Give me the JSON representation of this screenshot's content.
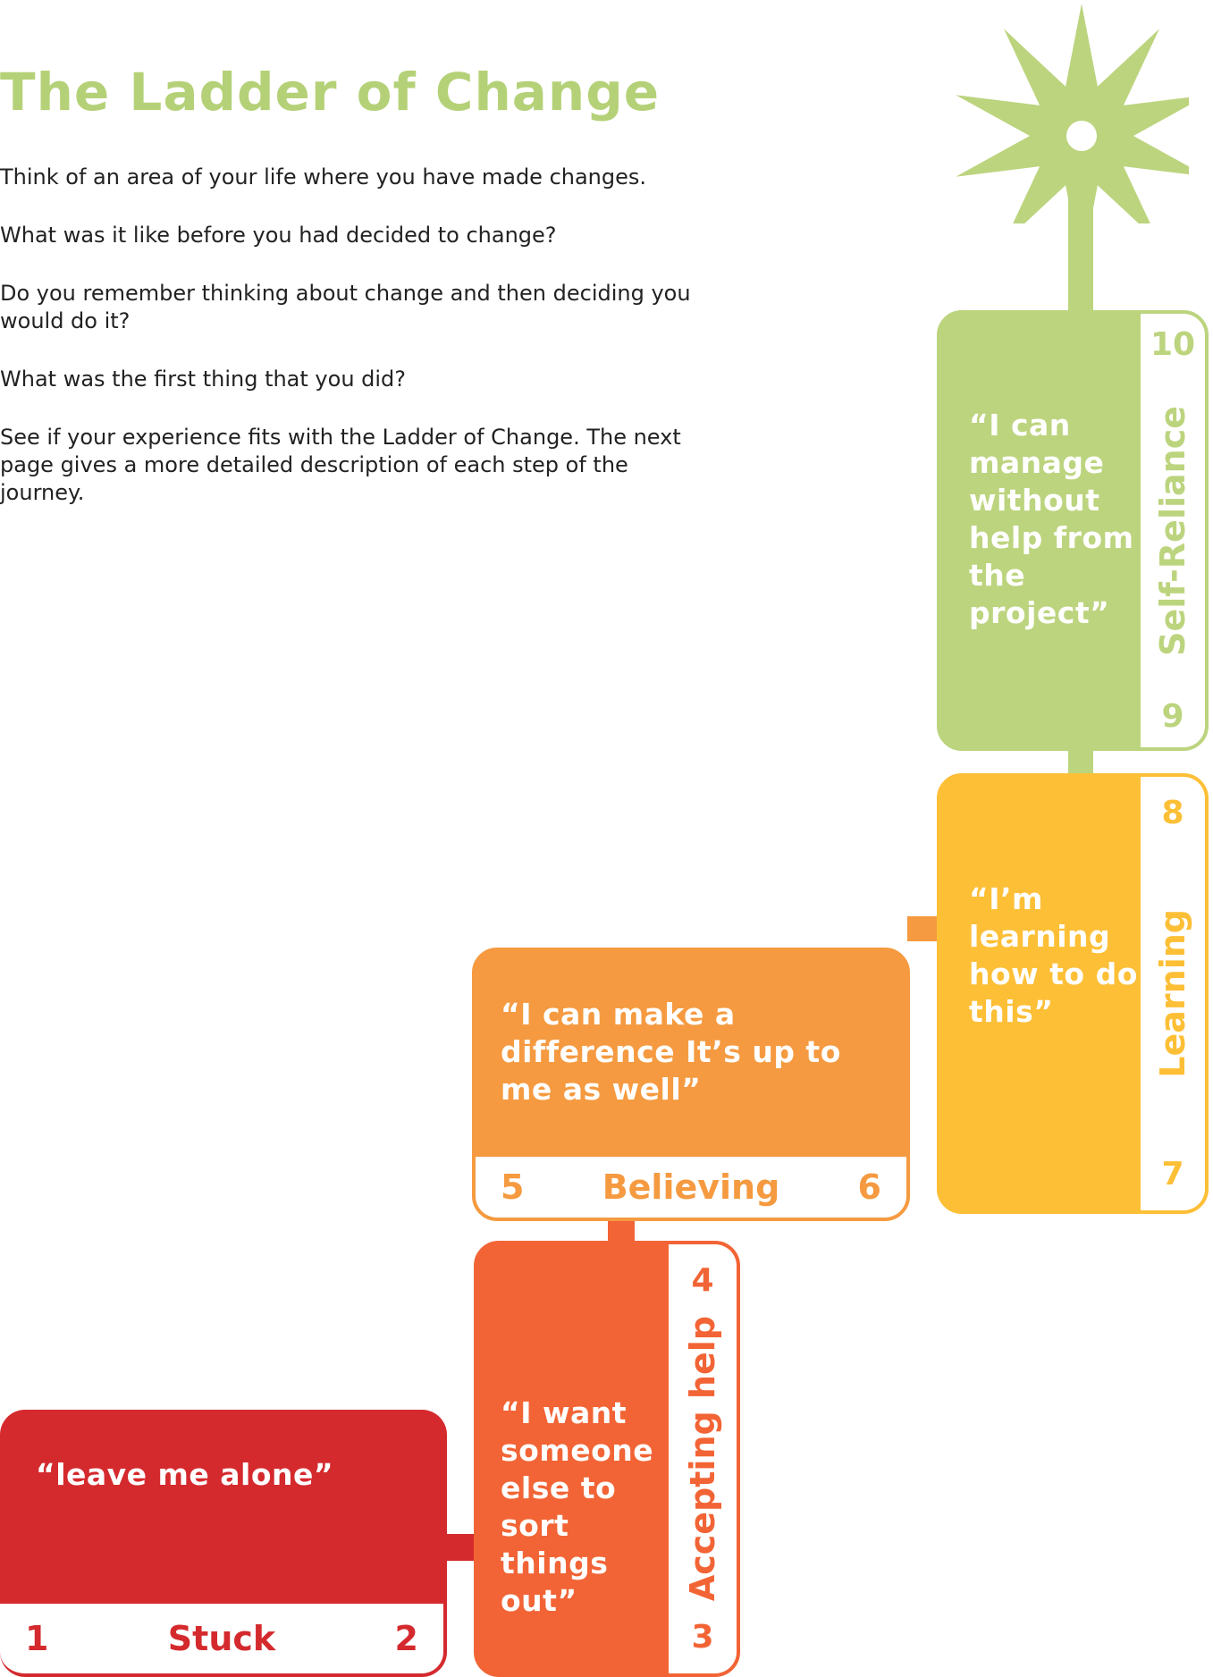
{
  "title": "The Ladder of Change",
  "intro": [
    "Think of an area of your life where you have made changes.",
    "What was it like before you had decided to change?",
    "Do you remember thinking about change and then deciding you would do it?",
    "What was the first thing that you did?",
    "See if your experience fits with the Ladder of Change. The next page gives a more detailed description of each step of the journey."
  ],
  "steps": {
    "stuck": {
      "name": "Stuck",
      "quote": "“leave me alone”",
      "low": "1",
      "high": "2",
      "color": "#d42a2e"
    },
    "accepting": {
      "name": "Accepting help",
      "quote": "“I want someone else to sort things out”",
      "low": "3",
      "high": "4",
      "color": "#f26435"
    },
    "believing": {
      "name": "Believing",
      "quote": "“I can make a difference It’s up to me as well”",
      "low": "5",
      "high": "6",
      "color": "#f59a40"
    },
    "learning": {
      "name": "Learning",
      "quote": "“I’m learning how to do this”",
      "low": "7",
      "high": "8",
      "color": "#fdbf36"
    },
    "self_reliance": {
      "name": "Self-Reliance",
      "quote": "“I can manage without help from the project”",
      "low": "9",
      "high": "10",
      "color": "#bcd47e"
    }
  },
  "icons": {
    "sun": "star-burst-icon"
  }
}
